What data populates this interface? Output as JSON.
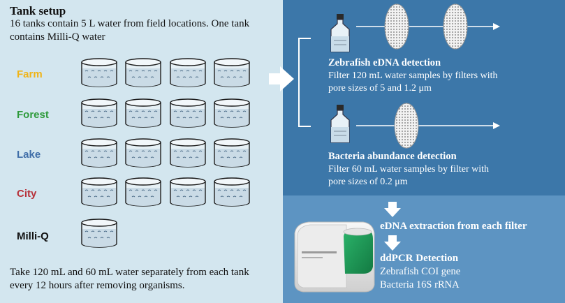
{
  "setup": {
    "title": "Tank setup",
    "description_line1": "16 tanks contain 5 L water from field locations. One tank",
    "description_line2": "contains Milli-Q water"
  },
  "rows": [
    {
      "label": "Farm",
      "color": "#f0b417",
      "tanks": 4
    },
    {
      "label": "Forest",
      "color": "#2e9a3b",
      "tanks": 4
    },
    {
      "label": "Lake",
      "color": "#3f6ea8",
      "tanks": 4
    },
    {
      "label": "City",
      "color": "#b7323a",
      "tanks": 4
    },
    {
      "label": "Milli-Q",
      "color": "#111111",
      "tanks": 1
    }
  ],
  "sampling": {
    "line1": "Take 120 mL and 60 mL water separately from each tank",
    "line2": "every 12 hours after removing organisms."
  },
  "zebrafish": {
    "title": "Zebrafish eDNA detection",
    "line1": "Filter 120 mL water samples by filters with",
    "line2": "pore sizes of 5 and 1.2 μm"
  },
  "bacteria": {
    "title": "Bacteria abundance detection",
    "line1": "Filter 60 mL water samples by filter with",
    "line2": "pore sizes of 0.2 μm"
  },
  "extraction": {
    "title": "eDNA extraction from each filter"
  },
  "ddpcr": {
    "title": "ddPCR Detection",
    "line1": "Zebrafish COI gene",
    "line2": "Bacteria 16S rRNA"
  },
  "colors": {
    "left_bg": "#d3e6ef",
    "right_top_bg": "#3c77a9",
    "right_bottom_bg": "#5d94c2",
    "device_accent": "#1f9a55"
  }
}
